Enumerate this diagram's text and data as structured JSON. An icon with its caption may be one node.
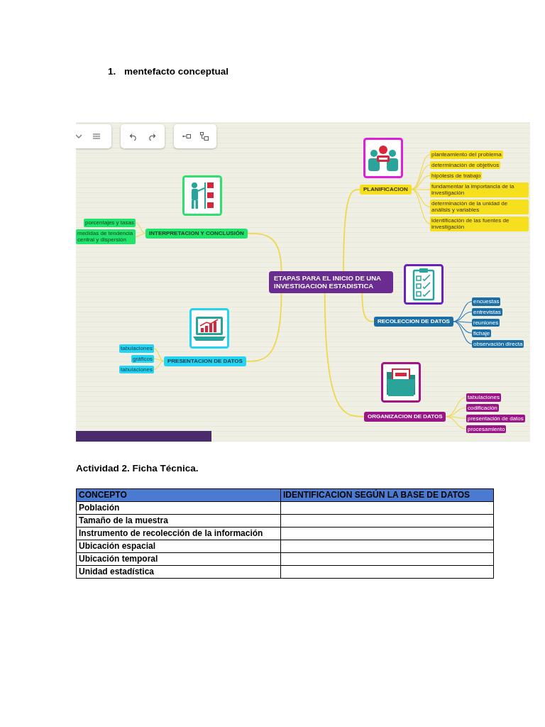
{
  "diagram": {
    "title": "mentefacto conceptual",
    "nodes": [
      {
        "text": [
          "ETAPAS PARA EL INICIO DE UNA INVESTIGACION ESTADISTICA"
        ]
      },
      {
        "text": [
          "PLANIFICACION"
        ]
      },
      {
        "text": [
          "planteamiento del problema"
        ]
      },
      {
        "text": [
          "determinación de objetivos"
        ]
      },
      {
        "text": [
          "hipótesis de trabajo"
        ]
      },
      {
        "text": [
          "fundamentar la importancia de la investigación"
        ]
      },
      {
        "text": [
          "determinación de la unidad de análisis y variables"
        ]
      },
      {
        "text": [
          "identificación de las fuentes de investigación"
        ]
      },
      {
        "text": [
          "INTERPRETACION Y CONCLUSIÓN"
        ]
      },
      {
        "text": [
          "porcentajes y tasas"
        ]
      },
      {
        "text": [
          "medidas de tendencia central y dispersión"
        ]
      },
      {
        "text": [
          "RECOLECCION DE DATOS"
        ]
      },
      {
        "text": [
          "encuestas"
        ]
      },
      {
        "text": [
          "entrevistas"
        ]
      },
      {
        "text": [
          "reuniones"
        ]
      },
      {
        "text": [
          "fichaje"
        ]
      },
      {
        "text": [
          "observación directa"
        ]
      },
      {
        "text": [
          "PRESENTACION DE DATOS"
        ]
      },
      {
        "text": [
          "tabulaciones"
        ]
      },
      {
        "text": [
          "gráficos"
        ]
      },
      {
        "text": [
          "tabulaciones"
        ]
      },
      {
        "text": [
          "ORGANIZACION DE DATOS"
        ]
      },
      {
        "text": [
          "tabulaciones"
        ]
      },
      {
        "text": [
          "codificación"
        ]
      },
      {
        "text": [
          "presentación de datos"
        ]
      },
      {
        "text": [
          "procesamiento"
        ]
      }
    ],
    "edges": [
      {
        "from": 0,
        "to": 1,
        "arrow": "none"
      },
      {
        "from": 1,
        "to": 2,
        "arrow": "none"
      },
      {
        "from": 1,
        "to": 3,
        "arrow": "none"
      },
      {
        "from": 1,
        "to": 4,
        "arrow": "none"
      },
      {
        "from": 1,
        "to": 5,
        "arrow": "none"
      },
      {
        "from": 1,
        "to": 6,
        "arrow": "none"
      },
      {
        "from": 1,
        "to": 7,
        "arrow": "none"
      },
      {
        "from": 0,
        "to": 8,
        "arrow": "none"
      },
      {
        "from": 8,
        "to": 9,
        "arrow": "none"
      },
      {
        "from": 8,
        "to": 10,
        "arrow": "none"
      },
      {
        "from": 0,
        "to": 11,
        "arrow": "none"
      },
      {
        "from": 11,
        "to": 12,
        "arrow": "none",
        "color": "#2b7bb9"
      },
      {
        "from": 11,
        "to": 13,
        "arrow": "none",
        "color": "#2b7bb9"
      },
      {
        "from": 11,
        "to": 14,
        "arrow": "none",
        "color": "#2b7bb9"
      },
      {
        "from": 11,
        "to": 15,
        "arrow": "none",
        "color": "#2b7bb9"
      },
      {
        "from": 11,
        "to": 16,
        "arrow": "none",
        "color": "#2b7bb9"
      },
      {
        "from": 0,
        "to": 17,
        "arrow": "none"
      },
      {
        "from": 17,
        "to": 18,
        "arrow": "none"
      },
      {
        "from": 17,
        "to": 19,
        "arrow": "none"
      },
      {
        "from": 17,
        "to": 20,
        "arrow": "none"
      },
      {
        "from": 0,
        "to": 21,
        "arrow": "none"
      },
      {
        "from": 21,
        "to": 22,
        "arrow": "none"
      },
      {
        "from": 21,
        "to": 23,
        "arrow": "none"
      },
      {
        "from": 21,
        "to": 24,
        "arrow": "none"
      },
      {
        "from": 21,
        "to": 25,
        "arrow": "none"
      }
    ],
    "labels": [
      "1.",
      "Actividad 2. Ficha Técnica.",
      "CONCEPTO",
      "IDENTIFICACION SEGÚN LA BASE DE DATOS",
      "Población",
      "Tamaño de la muestra",
      "Instrumento de recolección de la información",
      "Ubicación espacial",
      "Ubicación temporal",
      "Unidad estadística"
    ]
  }
}
